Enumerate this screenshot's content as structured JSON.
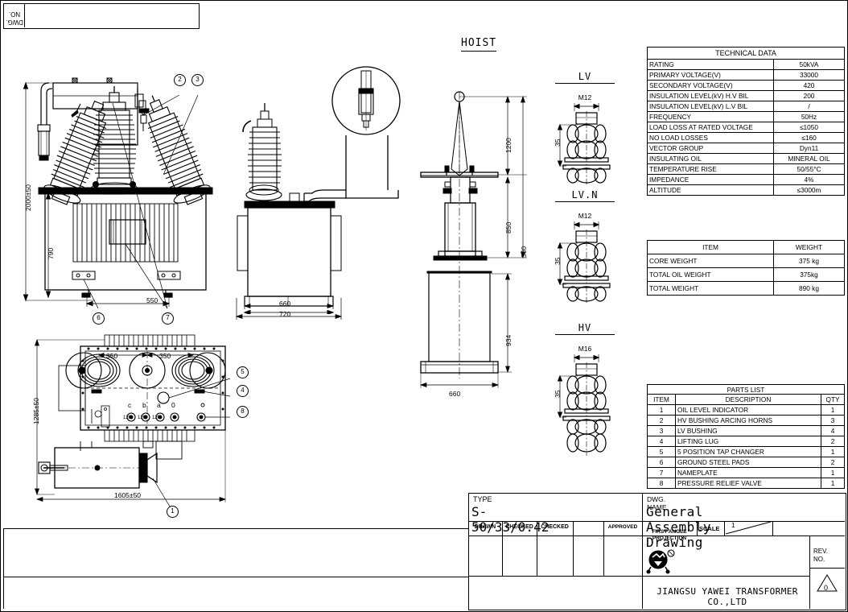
{
  "sheet": {
    "dwg_no_label": "DWG. NO.",
    "hoist_label": "HOIST",
    "rev_label": "REV.\nNO.",
    "rev_value": "0"
  },
  "technical_data": {
    "title": "TECHNICAL DATA",
    "rows": [
      {
        "label": "RATING",
        "value": "50kVA"
      },
      {
        "label": "PRIMARY VOLTAGE(V)",
        "value": "33000"
      },
      {
        "label": "SECONDARY VOLTAGE(V)",
        "value": "420"
      },
      {
        "label": "INSULATION LEVEL(kV) H.V BIL",
        "value": "200"
      },
      {
        "label": "INSULATION LEVEL(kV) L.V BIL",
        "value": "/"
      },
      {
        "label": "FREQUENCY",
        "value": "50Hz"
      },
      {
        "label": "LOAD LOSS AT RATED VOLTAGE",
        "value": "≤1050"
      },
      {
        "label": "NO LOAD LOSSES",
        "value": "≤160"
      },
      {
        "label": "VECTOR GROUP",
        "value": "Dyn11"
      },
      {
        "label": "INSULATING OIL",
        "value": "MINERAL OIL"
      },
      {
        "label": "TEMPERATURE RISE",
        "value": "50/55°C"
      },
      {
        "label": "IMPEDANCE",
        "value": "4%"
      },
      {
        "label": "ALTITUDE",
        "value": "≤3000m"
      }
    ]
  },
  "weight_table": {
    "headers": [
      "ITEM",
      "WEIGHT"
    ],
    "rows": [
      {
        "item": "CORE WEIGHT",
        "weight": "375 kg"
      },
      {
        "item": "TOTAL OIL WEIGHT",
        "weight": "375kg"
      },
      {
        "item": "TOTAL WEIGHT",
        "weight": "890  kg"
      }
    ]
  },
  "parts_list": {
    "title": "PARTS LIST",
    "headers": [
      "ITEM",
      "DESCRIPTION",
      "QTY"
    ],
    "rows": [
      {
        "item": "1",
        "description": "OIL LEVEL INDICATOR",
        "qty": "1"
      },
      {
        "item": "2",
        "description": "HV BUSHING ARCING HORNS",
        "qty": "3"
      },
      {
        "item": "3",
        "description": "LV BUSHING",
        "qty": "4"
      },
      {
        "item": "4",
        "description": " LIFTING LUG",
        "qty": "2"
      },
      {
        "item": "5",
        "description": "5 POSITION TAP CHANGER",
        "qty": "1"
      },
      {
        "item": "6",
        "description": "GROUND STEEL PADS",
        "qty": "2"
      },
      {
        "item": "7",
        "description": "NAMEPLATE",
        "qty": "1"
      },
      {
        "item": "8",
        "description": "PRESSURE RELIEF VALVE",
        "qty": "1"
      }
    ]
  },
  "title_block": {
    "type_label": "TYPE",
    "type_value": "S-50/33/0.42",
    "dwg_name_label": "DWG. NAME",
    "dwg_name_value": "General Assembly Drawing",
    "columns": [
      "DRAWN",
      "CHECKED",
      "CHECKED",
      "",
      "APPROVED"
    ],
    "projection_label": "FIRST ANGLE\nPROJECTION",
    "scale_label": "SCALE",
    "scale_value": "1",
    "company": "JIANGSU YAWEI TRANSFORMER CO.,LTD"
  },
  "bushing_details": [
    {
      "name": "LV",
      "thread": "M12",
      "height": "35"
    },
    {
      "name": "LV.N",
      "thread": "M12",
      "height": "35"
    },
    {
      "name": "HV",
      "thread": "M16",
      "height": "35"
    }
  ],
  "dimensions": {
    "front_overall_height": "2000±50",
    "front_tank_height": "790",
    "front_base_width": "550",
    "side_width_inner": "660",
    "side_width_outer": "720",
    "plan_left_center": "350",
    "plan_right_center": "350",
    "plan_depth": "1285±50",
    "plan_length": "1605±50",
    "hoist_top": "1200",
    "hoist_mid": "850",
    "hoist_total": "300",
    "hoist_tank_height": "934",
    "hoist_tank_width": "660"
  },
  "terminal_labels": [
    "c",
    "b",
    "a",
    "0"
  ],
  "terminal_spacings": [
    "120",
    "120",
    "120"
  ],
  "callouts": [
    "1",
    "2",
    "3",
    "4",
    "5",
    "6",
    "7",
    "8"
  ]
}
